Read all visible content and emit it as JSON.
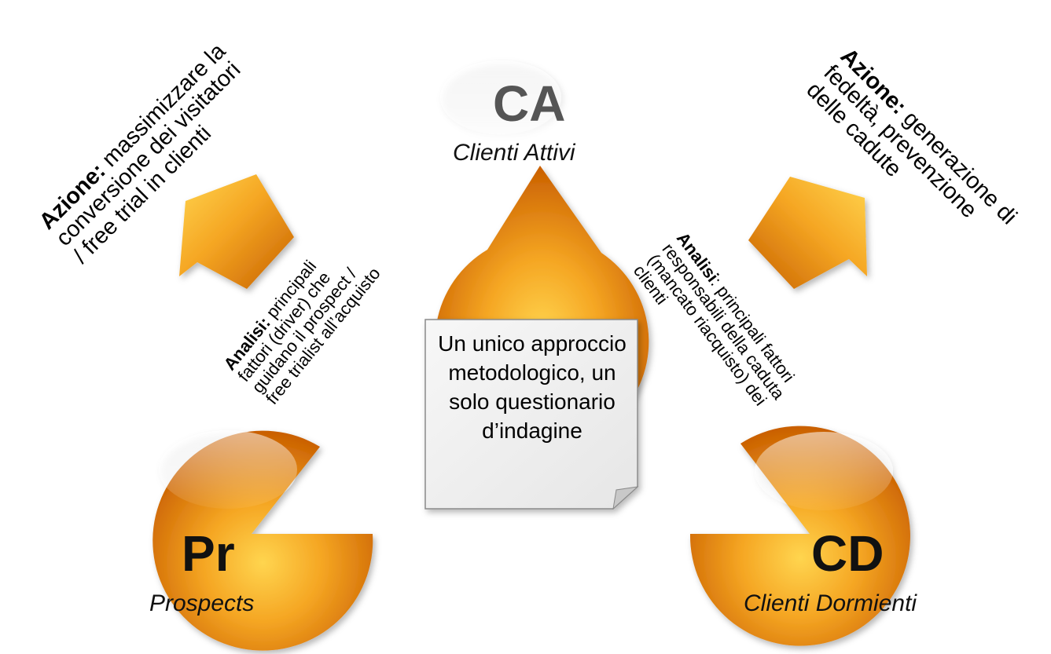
{
  "nodes": {
    "ca": {
      "abbr": "CA",
      "label": "Clienti Attivi"
    },
    "pr": {
      "abbr": "Pr",
      "label": "Prospects"
    },
    "cd": {
      "abbr": "CD",
      "label": "Clienti Dormienti"
    }
  },
  "actions": {
    "left": {
      "bold": "Azione:",
      "line1": " massimizzare la",
      "line2": "conversione dei visitatori",
      "line3": "/ free trial in clienti"
    },
    "right": {
      "bold": "Azione:",
      "line1": " generazione di",
      "line2": "fedeltà, prevenzione",
      "line3": "delle cadute"
    }
  },
  "analyses": {
    "left": {
      "bold": "Analisi:",
      "line1": " principali",
      "line2": "fattori (driver) che",
      "line3": "guidano il prospect /",
      "line4": "free trialist all’acquisto"
    },
    "right": {
      "bold": "Analisi",
      "line1": ": principali fattori",
      "line2": "responsabili della caduta",
      "line3": "(mancato riacquisto) dei",
      "line4": "clienti"
    }
  },
  "note": {
    "text": "Un unico approccio metodologico, un solo questionario d’indagine"
  },
  "colors": {
    "orange_light": "#FFD54F",
    "orange_mid": "#F5A623",
    "orange_dark": "#C95F00",
    "note_bg": "#EFEFEF"
  },
  "icons": [
    "arrow-up-left-icon",
    "arrow-up-right-icon",
    "document-note-icon"
  ]
}
